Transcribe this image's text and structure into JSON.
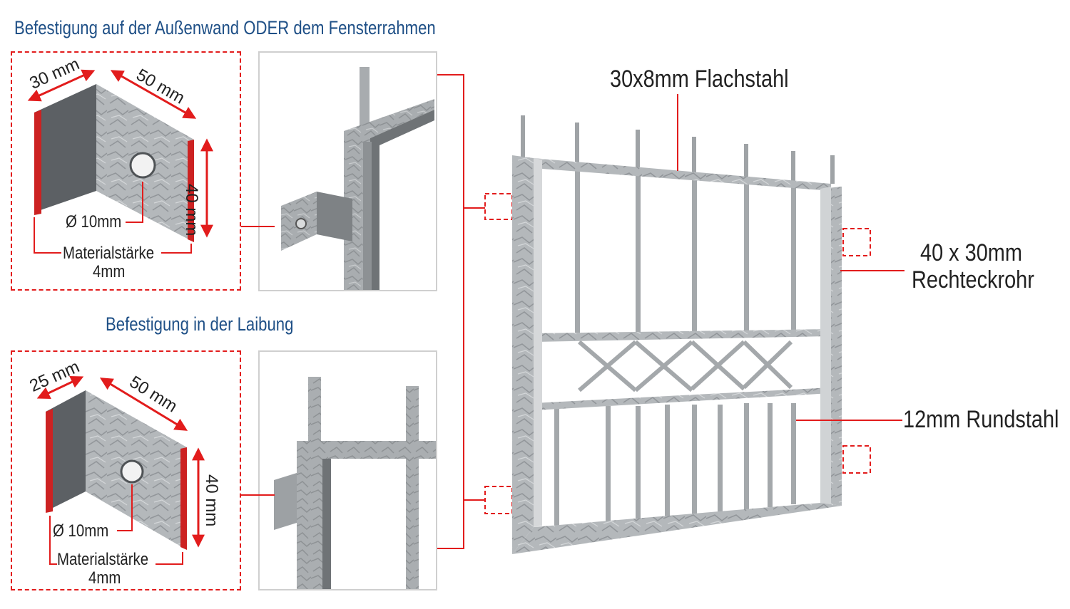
{
  "section_top": {
    "title": "Befestigung auf der Außenwand ODER dem Fensterrahmen",
    "dim_a": "30 mm",
    "dim_b": "50 mm",
    "dim_h": "40 mm",
    "hole": "Ø 10mm",
    "material": "Materialstärke",
    "thickness": "4mm"
  },
  "section_bottom": {
    "title": "Befestigung in der Laibung",
    "dim_a": "25 mm",
    "dim_b": "50 mm",
    "dim_h": "40 mm",
    "hole": "Ø 10mm",
    "material": "Materialstärke",
    "thickness": "4mm"
  },
  "grille_labels": {
    "flat_steel": "30x8mm Flachstahl",
    "tube_line1": "40 x 30mm",
    "tube_line2": "Rechteckrohr",
    "round_steel": "12mm Rundstahl"
  },
  "colors": {
    "accent_red": "#e21c1c",
    "title_blue": "#1e4f86",
    "steel": "#b8bcbf"
  }
}
